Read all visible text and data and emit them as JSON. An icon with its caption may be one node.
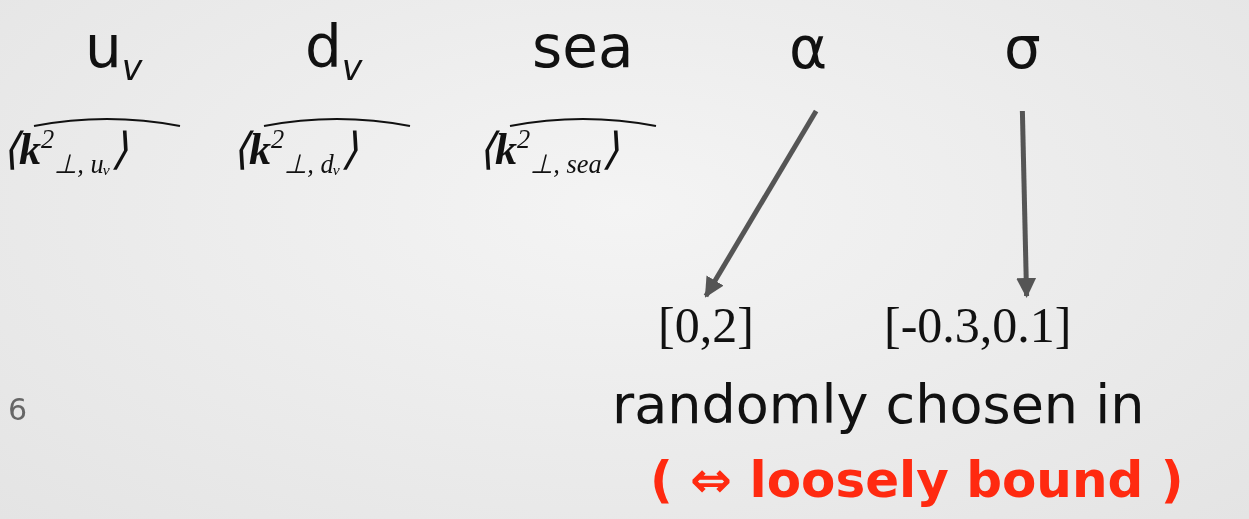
{
  "diagram": {
    "nodes": [
      {
        "text": [
          "α"
        ]
      },
      {
        "text": [
          "σ"
        ]
      },
      {
        "text": [
          "[0,2]"
        ]
      },
      {
        "text": [
          "[-0.3,0.1]"
        ]
      }
    ],
    "edges": [
      {
        "from": 0,
        "to": 2,
        "arrow": "to"
      },
      {
        "from": 1,
        "to": 3,
        "arrow": "to"
      }
    ],
    "labels": [
      "u$_{v}$",
      "d$_{v}$",
      "sea",
      "⟨**k**$^{2}$$_{⊥, uᵥ}$⟩",
      "⟨**k**$^{2}$$_{⊥, dᵥ}$⟩",
      "⟨**k**$^{2}$$_{⊥, sea}$⟩",
      "6",
      "randomly chosen in",
      "( ⇔  loosely bound )"
    ]
  }
}
